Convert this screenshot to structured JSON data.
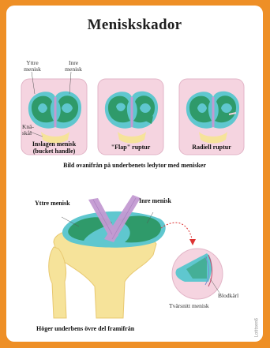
{
  "title": "Meniskskador",
  "top_labels": {
    "outer_meniscus": [
      "Yttre",
      "menisk"
    ],
    "inner_meniscus": [
      "Inre",
      "menisk"
    ],
    "kneecap": [
      "Knä-",
      "skål"
    ]
  },
  "panels": [
    {
      "label_lines": [
        "Inslagen menisk",
        "(bucket handle)"
      ]
    },
    {
      "label_lines": [
        "\"Flap\" ruptur"
      ]
    },
    {
      "label_lines": [
        "Radiell ruptur"
      ]
    }
  ],
  "top_caption": "Bild ovanifrån på underbenets ledytor med menisker",
  "bottom_labels": {
    "outer_meniscus": "Yttre menisk",
    "inner_meniscus": "Inre menisk",
    "blood_vessel": "Blodkärl",
    "cross_section": "Tvärsnitt menisk"
  },
  "bottom_caption": "Höger underbens övre del framifrån",
  "corner_tag": "Lotitsen6",
  "colors": {
    "border": "#ee8f26",
    "panel_fill": "#f5d4e0",
    "meniscus": "#2f9a6a",
    "cartilage": "#5fc7cf",
    "bone": "#f6e39a",
    "ligament": "#c39ad2"
  }
}
